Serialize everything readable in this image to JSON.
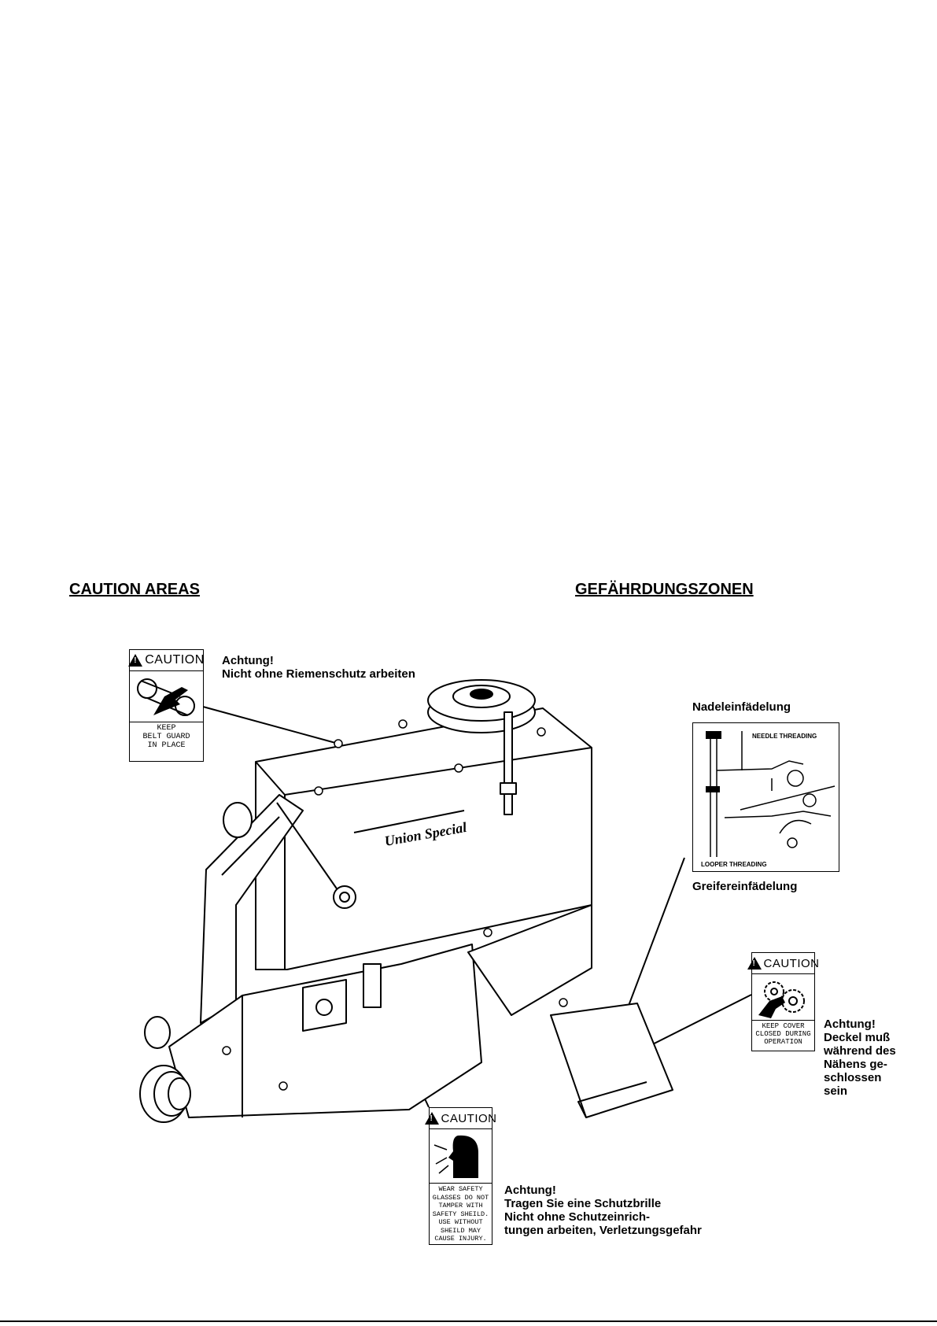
{
  "headings": {
    "left": "CAUTION AREAS",
    "right": "GEFÄHRDUNGSZONEN"
  },
  "labels": {
    "belt": {
      "header": "CAUTION",
      "lines": [
        "KEEP",
        "BELT GUARD",
        "IN PLACE"
      ],
      "picture_icon": "hand-in-belt-icon"
    },
    "cover": {
      "header": "CAUTION",
      "lines": [
        "KEEP COVER",
        "CLOSED DURING",
        "OPERATION"
      ],
      "picture_icon": "hand-in-gears-icon"
    },
    "glasses": {
      "header": "CAUTION",
      "lines": [
        "WEAR SAFETY",
        "GLASSES DO NOT",
        "TAMPER WITH",
        "SAFETY SHEILD.",
        "USE WITHOUT",
        "SHEILD MAY",
        "CAUSE INJURY."
      ],
      "picture_icon": "face-shield-icon"
    }
  },
  "notes": {
    "belt": [
      "Achtung!",
      "Nicht ohne Riemenschutz arbeiten"
    ],
    "cover": [
      "Achtung!",
      "Deckel muß",
      "während des",
      "Nähens ge-",
      "schlossen",
      "sein"
    ],
    "glasses": [
      "Achtung!",
      "Tragen Sie eine Schutzbrille",
      "Nicht ohne Schutzeinrich-",
      "tungen arbeiten, Verletzungsgefahr"
    ]
  },
  "threading": {
    "top_caption": "Nadeleinfädelung",
    "bottom_caption": "Greifereinfädelung",
    "needle_label": "NEEDLE THREADING",
    "looper_label": "LOOPER THREADING"
  },
  "machine": {
    "brand": "Union Special"
  },
  "colors": {
    "ink": "#000000",
    "paper": "#ffffff"
  }
}
